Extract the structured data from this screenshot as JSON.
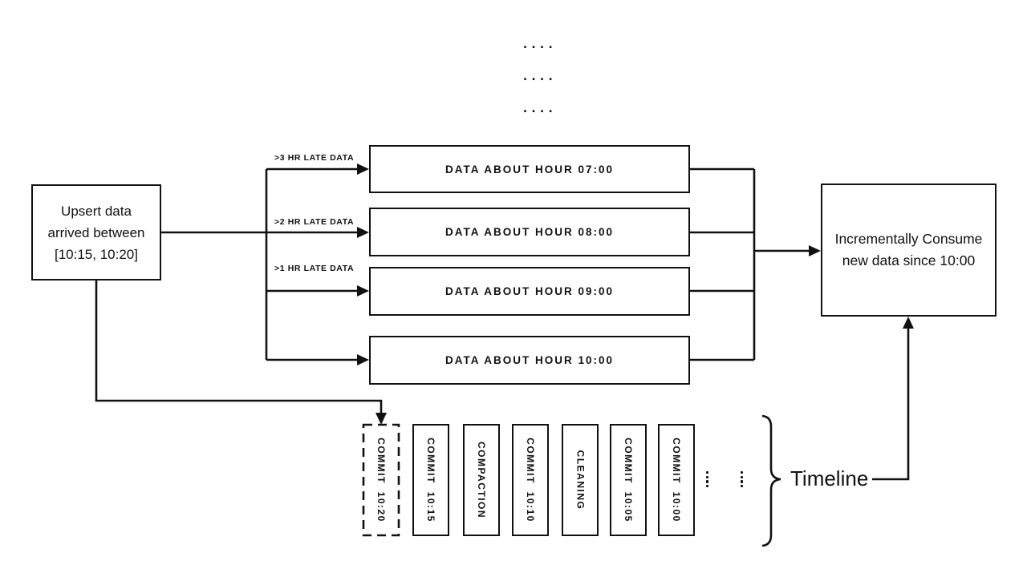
{
  "colors": {
    "stroke": "#111111",
    "background": "#ffffff"
  },
  "top_ellipsis": {
    "rows": [
      "....",
      "....",
      "...."
    ]
  },
  "upsert_box": {
    "line1": "Upsert data",
    "line2": "arrived between",
    "line3": "[10:15, 10:20]"
  },
  "late_labels": [
    ">3 HR LATE DATA",
    ">2 HR LATE DATA",
    ">1 HR LATE DATA"
  ],
  "data_boxes": [
    "DATA ABOUT HOUR 07:00",
    "DATA ABOUT HOUR 08:00",
    "DATA ABOUT HOUR 09:00",
    "DATA ABOUT HOUR 10:00"
  ],
  "consume_box": {
    "line1": "Incrementally Consume",
    "line2": "new data since 10:00"
  },
  "timeline": {
    "label": "Timeline",
    "ellipsis_icons": [
      "vertical-ellipsis",
      "vertical-ellipsis"
    ],
    "commits": [
      {
        "label": "COMMIT 10:20",
        "style": "dashed"
      },
      {
        "label": "COMMIT 10:15",
        "style": "solid"
      },
      {
        "label": "COMPACTION",
        "style": "solid"
      },
      {
        "label": "COMMIT 10:10",
        "style": "solid"
      },
      {
        "label": "CLEANING",
        "style": "solid"
      },
      {
        "label": "COMMIT 10:05",
        "style": "solid"
      },
      {
        "label": "COMMIT 10:00",
        "style": "solid"
      }
    ]
  }
}
